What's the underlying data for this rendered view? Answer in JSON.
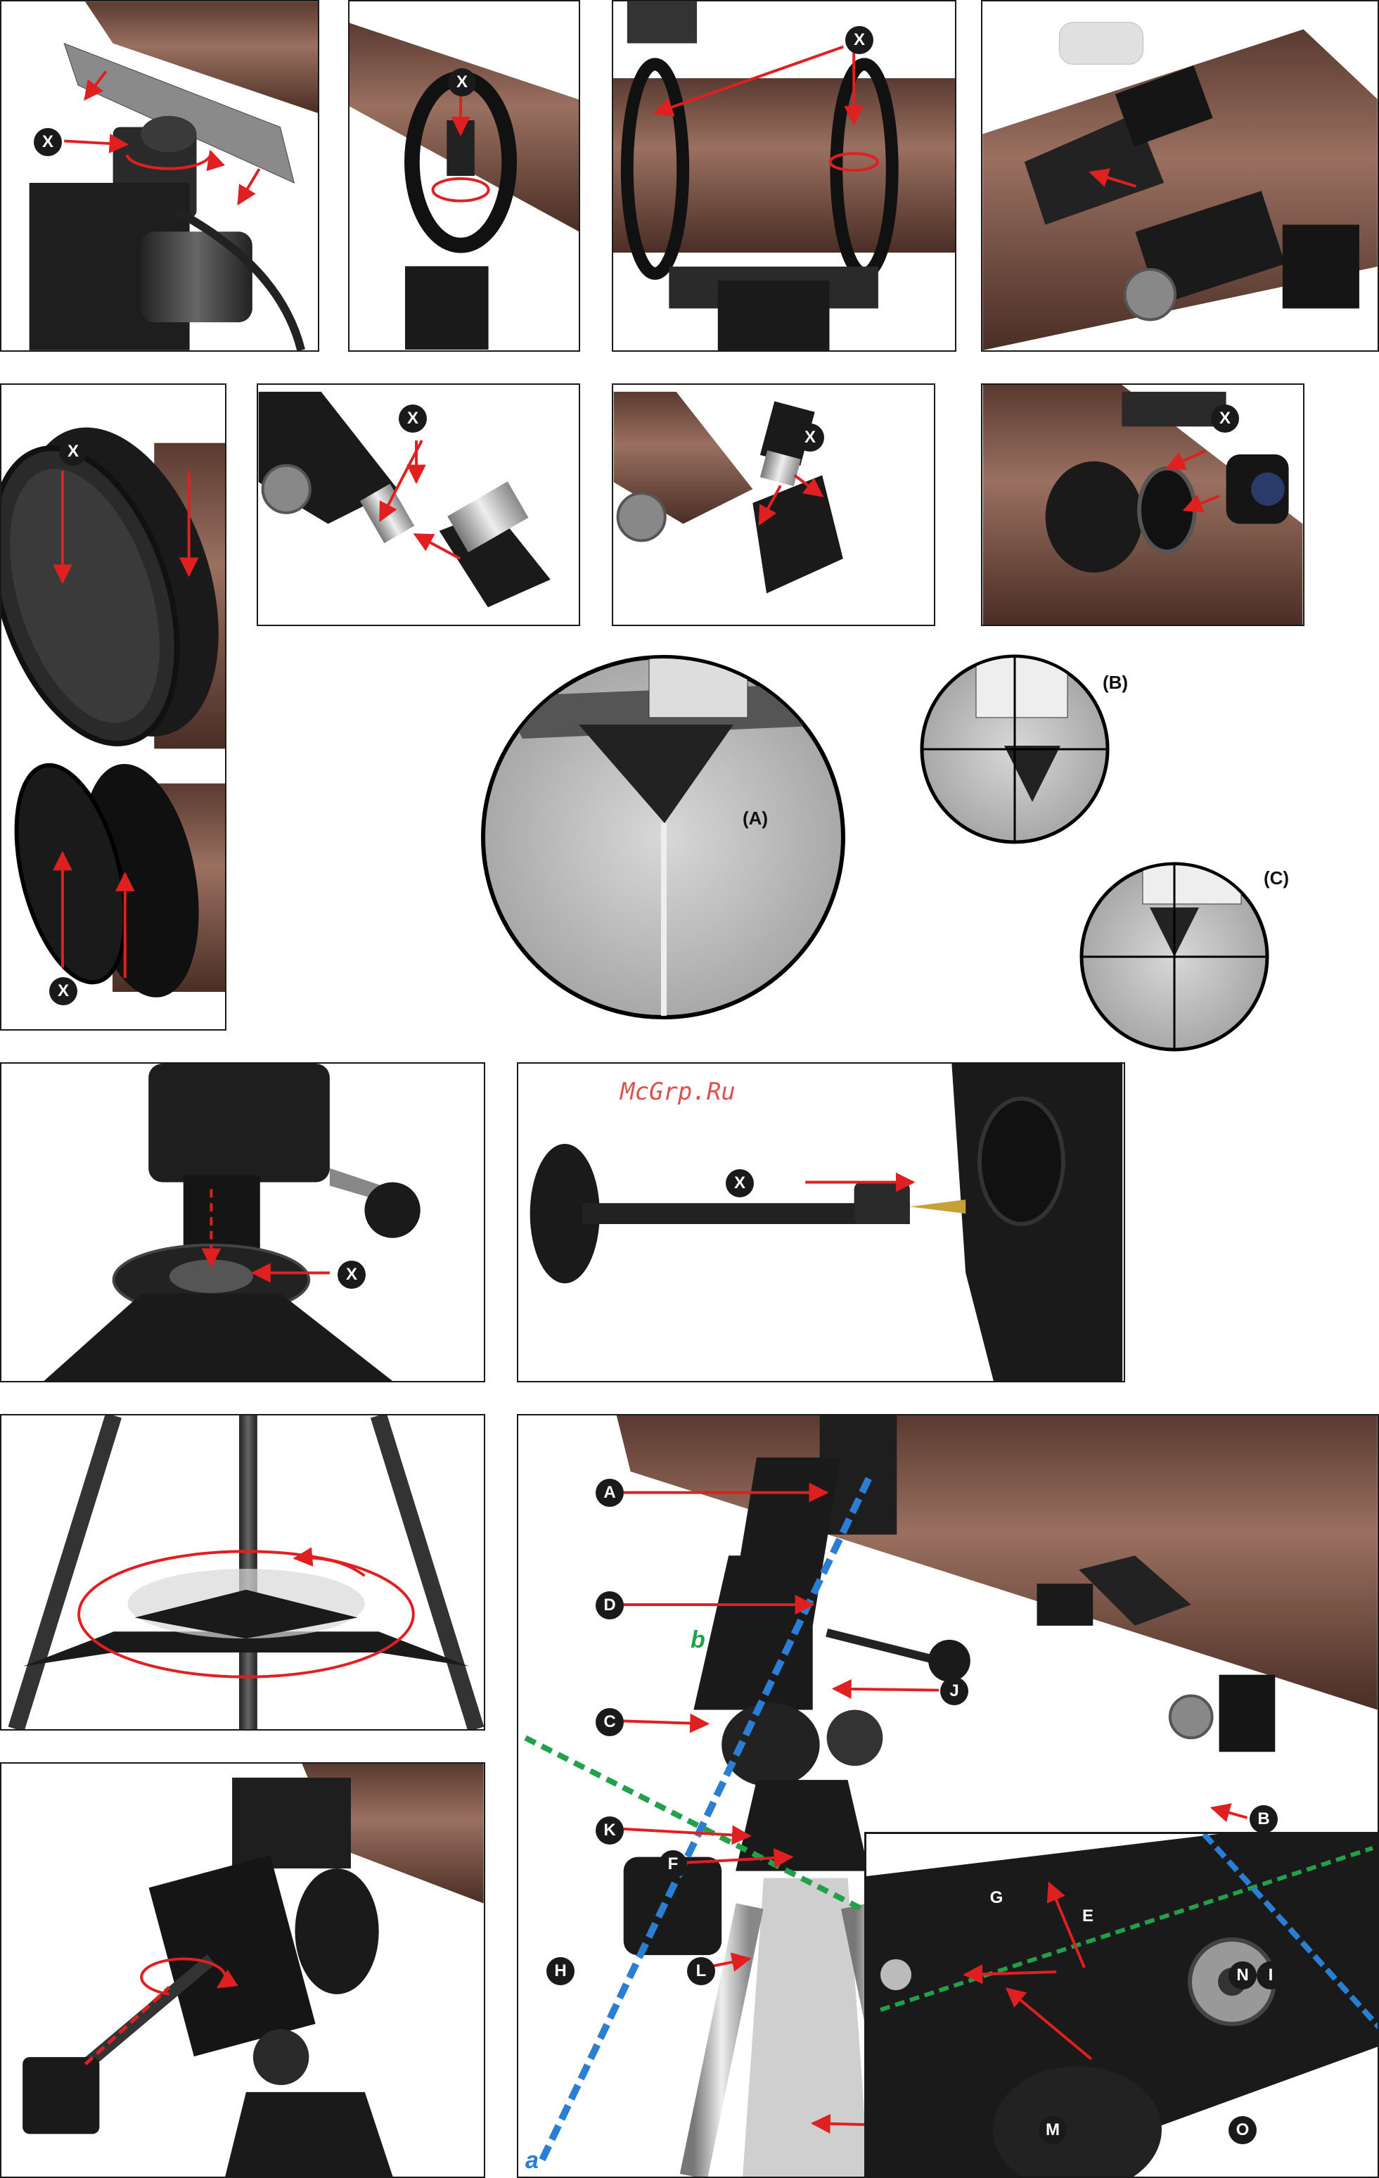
{
  "callout_marker": "X",
  "watermark": "McGrp.Ru",
  "reticle_labels": {
    "a": "(A)",
    "b": "(B)",
    "c": "(C)"
  },
  "part_labels": [
    "A",
    "B",
    "C",
    "D",
    "E",
    "F",
    "G",
    "H",
    "I",
    "J",
    "K",
    "L",
    "M",
    "N",
    "O"
  ],
  "axis_labels": {
    "a": "a",
    "b": "b"
  },
  "colors": {
    "arrow": "#e02020",
    "badge": "#1a1a1a",
    "tube": "#7a5545",
    "axis_a": "#2a7fd4",
    "axis_b": "#23a04a"
  }
}
